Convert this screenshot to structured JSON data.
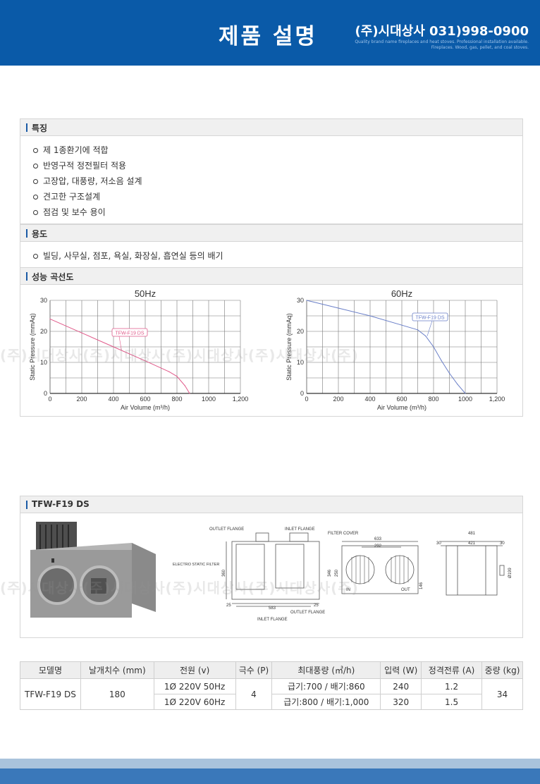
{
  "header": {
    "title": "제품 설명",
    "company": "(주)시대상사 031)998-0900",
    "tagline_1": "Quality brand name fireplaces and heat stoves. Professional installation available.",
    "tagline_2": "Fireplaces. Wood, gas, pellet, and coal stoves."
  },
  "features": {
    "heading": "특징",
    "items": [
      "제 1종환기에 적합",
      "반영구적 정전필터 적용",
      "고장압, 대풍량, 저소음 설계",
      "견고한 구조설계",
      "점검 및 보수 용이"
    ]
  },
  "usage": {
    "heading": "용도",
    "items": [
      "빌딩, 사무실, 점포, 욕실, 화장실, 흡연실 등의 배기"
    ]
  },
  "performance": {
    "heading": "성능 곡선도"
  },
  "watermark": "(주)시대상사(주)시대상사(주)시대상사(주)시대상사(주)",
  "chart_data": [
    {
      "type": "line",
      "title": "50Hz",
      "xlabel": "Air Volume (m³/h)",
      "ylabel": "Static Pressure (mmAq)",
      "xlim": [
        0,
        1200
      ],
      "ylim": [
        0,
        30
      ],
      "x_ticks": [
        "0",
        "200",
        "400",
        "600",
        "800",
        "1000",
        "1,200"
      ],
      "y_ticks": [
        "0",
        "10",
        "20",
        "30"
      ],
      "grid": true,
      "series": [
        {
          "name": "TFW-F19 DS",
          "color": "#e05a8a",
          "x": [
            0,
            200,
            400,
            600,
            750,
            800,
            850,
            880
          ],
          "y": [
            24,
            19.5,
            15,
            10.5,
            7,
            5.5,
            2.5,
            0
          ]
        }
      ]
    },
    {
      "type": "line",
      "title": "60Hz",
      "xlabel": "Air Volume (m³/h)",
      "ylabel": "Static Pressure (mmAq)",
      "xlim": [
        0,
        1200
      ],
      "ylim": [
        0,
        30
      ],
      "x_ticks": [
        "0",
        "200",
        "400",
        "600",
        "800",
        "1000",
        "1,200"
      ],
      "y_ticks": [
        "0",
        "10",
        "20",
        "30"
      ],
      "grid": true,
      "series": [
        {
          "name": "TFW-F19 DS",
          "color": "#6a7fc8",
          "x": [
            0,
            200,
            400,
            600,
            700,
            750,
            800,
            850,
            900,
            950,
            1000
          ],
          "y": [
            30,
            27.5,
            25,
            22,
            20.5,
            18.5,
            15,
            10.5,
            6.5,
            3,
            0
          ]
        }
      ]
    }
  ],
  "product": {
    "heading": "TFW-F19 DS",
    "labels": {
      "outlet_flange_top": "OUTLET FLANGE",
      "inlet_flange_top": "INLET FLANGE",
      "filter_cover": "FILTER COVER",
      "electro_static_filter": "ELECTRO STATIC FILTER",
      "inlet_flange_bottom": "INLET FLANGE",
      "outlet_flange_bottom": "OUTLET FLANGE",
      "in": "IN",
      "out": "OUT"
    },
    "dims": {
      "d360": "360",
      "d25a": "25",
      "d583": "583",
      "d25b": "25",
      "d633": "633",
      "d292": "292",
      "d346": "346",
      "d250": "250",
      "d146": "146",
      "d481": "481",
      "d421": "421",
      "d30a": "30",
      "d30b": "30",
      "d199": "Ø199"
    }
  },
  "table": {
    "headers": [
      "모델명",
      "날개치수 (mm)",
      "전원 (v)",
      "극수 (P)",
      "최대풍량 (㎥/h)",
      "입력 (W)",
      "정격전류 (A)",
      "중량 (kg)"
    ],
    "model": "TFW-F19 DS",
    "blade": "180",
    "poles": "4",
    "weight": "34",
    "rows": [
      {
        "power": "1Ø 220V 50Hz",
        "airflow": "급기:700 / 배기:860",
        "input": "240",
        "current": "1.2"
      },
      {
        "power": "1Ø 220V 60Hz",
        "airflow": "급기:800 / 배기:1,000",
        "input": "320",
        "current": "1.5"
      }
    ]
  }
}
